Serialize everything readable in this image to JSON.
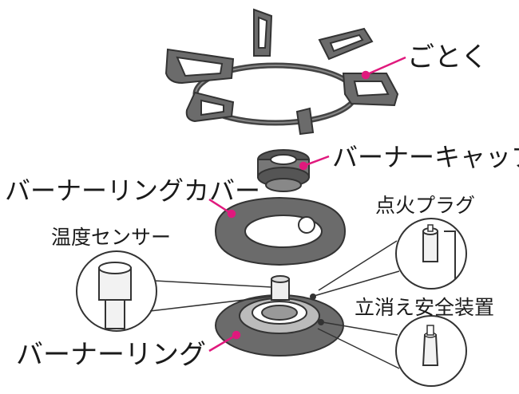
{
  "labels": {
    "gotoku": "ごとく",
    "burner_cap": "バーナーキャップ",
    "burner_ring_cover": "バーナーリングカバー",
    "ignition_plug": "点火プラグ",
    "temp_sensor": "温度センサー",
    "flame_failure_device": "立消え安全装置",
    "burner_ring": "バーナーリング"
  },
  "colors": {
    "accent": "#e0197d",
    "part_fill": "#6b6b6b",
    "outline": "#333333"
  }
}
